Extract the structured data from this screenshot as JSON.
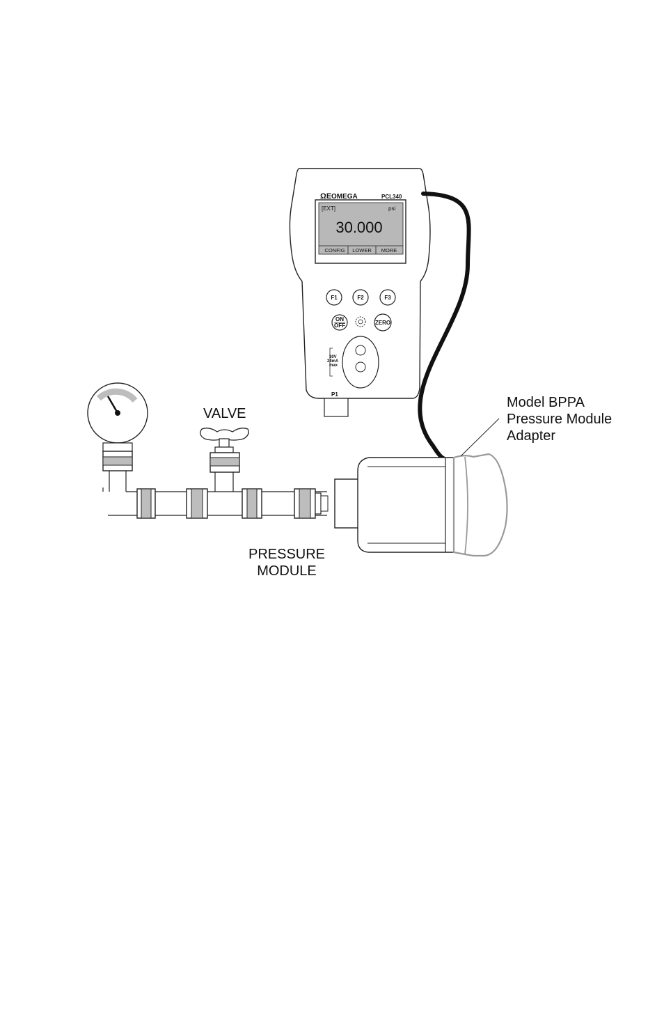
{
  "meter": {
    "brand": "OMEGA",
    "model": "PCL340",
    "mode": "[EXT]",
    "unit": "psi",
    "reading": "30.000",
    "softkeys": [
      "CONFIG",
      "LOWER",
      "MORE"
    ],
    "keys": {
      "f1": "F1",
      "f2": "F2",
      "f3": "F3",
      "on": "ON",
      "off": "OFF",
      "zero": "ZERO"
    },
    "rating": [
      "30V",
      "24mA",
      "max"
    ],
    "port": "P1"
  },
  "labels": {
    "valve": "VALVE",
    "pressure_module": [
      "PRESSURE",
      "MODULE"
    ],
    "adapter": [
      "Model BPPA",
      "Pressure Module",
      "Adapter"
    ]
  }
}
